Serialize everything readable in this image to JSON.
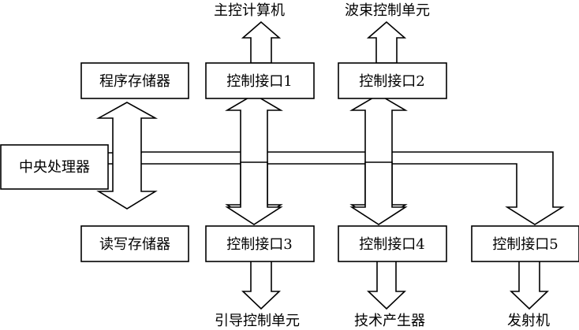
{
  "blocks": {
    "program_memory": "程序存储器",
    "cpu": "中央处理器",
    "rw_memory": "读写存储器",
    "ctrl_if_1": "控制接口1",
    "ctrl_if_2": "控制接口2",
    "ctrl_if_3": "控制接口3",
    "ctrl_if_4": "控制接口4",
    "ctrl_if_5": "控制接口5"
  },
  "externals": {
    "host_computer": "主控计算机",
    "beam_control_unit": "波束控制单元",
    "guidance_control_unit": "引导控制单元",
    "technique_generator": "技术产生器",
    "transmitter": "发射机"
  }
}
